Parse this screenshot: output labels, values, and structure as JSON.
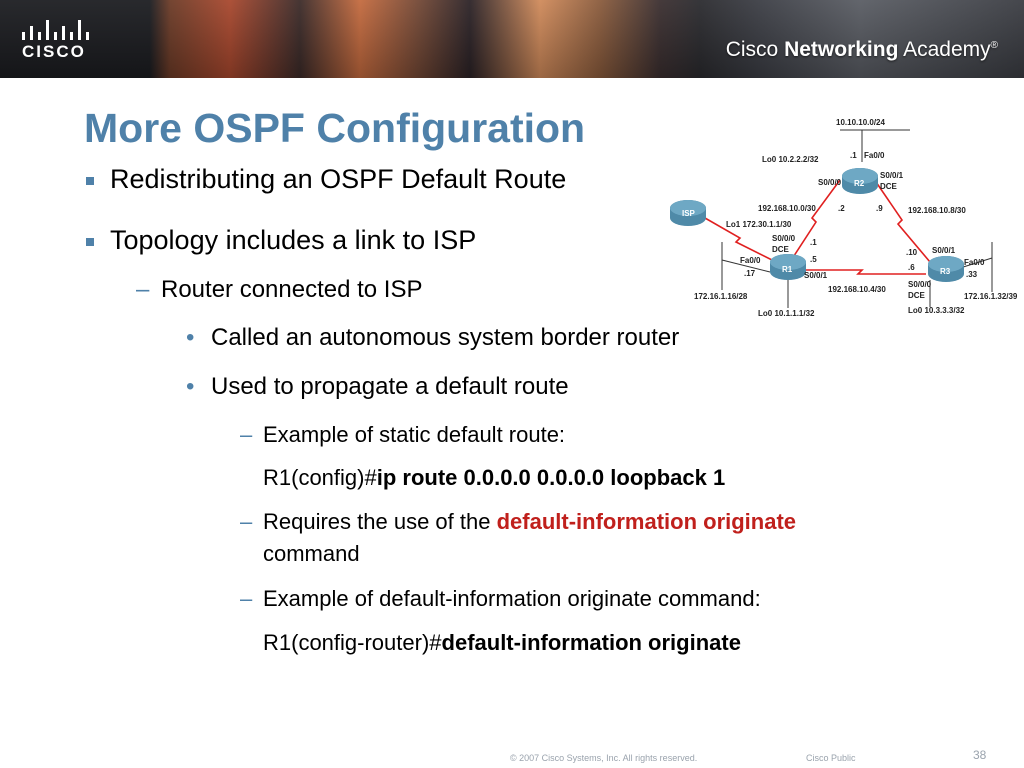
{
  "header": {
    "logo_text": "CISCO",
    "academy_prefix": "Cisco ",
    "academy_bold": "Networking",
    "academy_suffix": " Academy",
    "academy_mark": "®"
  },
  "slide": {
    "title": "More OSPF Configuration",
    "bullets": {
      "b1": "Redistributing an OSPF Default Route",
      "b2": "Topology includes a link to ISP",
      "b2_1": "Router connected to ISP",
      "b2_1_1": "Called an autonomous system border router",
      "b2_1_2": "Used to propagate a default route",
      "b3": "Example of static default route:",
      "b3_cmd_prefix": "R1(config)#",
      "b3_cmd": "ip route 0.0.0.0 0.0.0.0 loopback 1",
      "b4_prefix": "Requires the use of the ",
      "b4_highlight": "default-information originate",
      "b4_suffix": "command",
      "b5": "Example of default-information originate command:",
      "b5_cmd_prefix": "R1(config-router)#",
      "b5_cmd": "default-information originate"
    }
  },
  "topology": {
    "labels": {
      "net_top": "10.10.10.0/24",
      "r2_fa_ip": ".1",
      "r2_fa": "Fa0/0",
      "r2_lo": "Lo0 10.2.2.2/32",
      "r2_s00": "S0/0/0",
      "r2_s01": "S0/0/1",
      "r2_dce": "DCE",
      "net_r1r2": "192.168.10.0/30",
      "r2_s00_ip": ".2",
      "r2_s01_ip": ".9",
      "net_r2r3": "192.168.10.8/30",
      "isp": "ISP",
      "r1_lo1": "Lo1 172.30.1.1/30",
      "r1_s00": "S0/0/0",
      "r1_dce": "DCE",
      "r1_s00_ip": ".1",
      "r1_fa": "Fa0/0",
      "r1_s01_ip": ".5",
      "r1": "R1",
      "r1_fa_ip": ".17",
      "r1_s01": "S0/0/1",
      "net_r1lan": "172.16.1.16/28",
      "net_r1r3": "192.168.10.4/30",
      "r1_lo0": "Lo0 10.1.1.1/32",
      "r2": "R2",
      "r3": "R3",
      "r3_s01_ip": ".10",
      "r3_s01": "S0/0/1",
      "r3_fa": "Fa0/0",
      "r3_s00_ip": ".6",
      "r3_fa_ip": ".33",
      "r3_s00": "S0/0/0",
      "r3_dce": "DCE",
      "net_r3lan": "172.16.1.32/39",
      "r3_lo0": "Lo0 10.3.3.3/32"
    }
  },
  "footer": {
    "copyright": "© 2007 Cisco Systems, Inc. All rights reserved.",
    "classification": "Cisco Public",
    "page": "38"
  },
  "colors": {
    "title": "#4f81a9",
    "highlight": "#c0201c",
    "serial_link": "#e02020",
    "router": "#4f8aa8"
  }
}
